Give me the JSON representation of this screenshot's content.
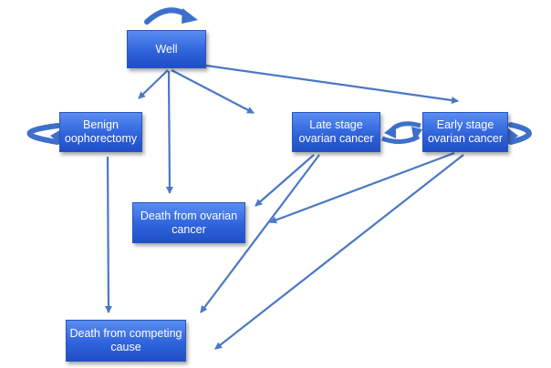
{
  "nodes": {
    "well": "Well",
    "benign": "Benign\noophorectomy",
    "late": "Late stage\novarian cancer",
    "early": "Early stage\novarian cancer",
    "death_ovarian": "Death from ovarian\ncancer",
    "death_competing": "Death from competing\ncause"
  },
  "colors": {
    "node_fill_top": "#5a8df0",
    "node_fill_bottom": "#1f4fc7",
    "arrow": "#4a78c4",
    "text": "#ffffff"
  }
}
